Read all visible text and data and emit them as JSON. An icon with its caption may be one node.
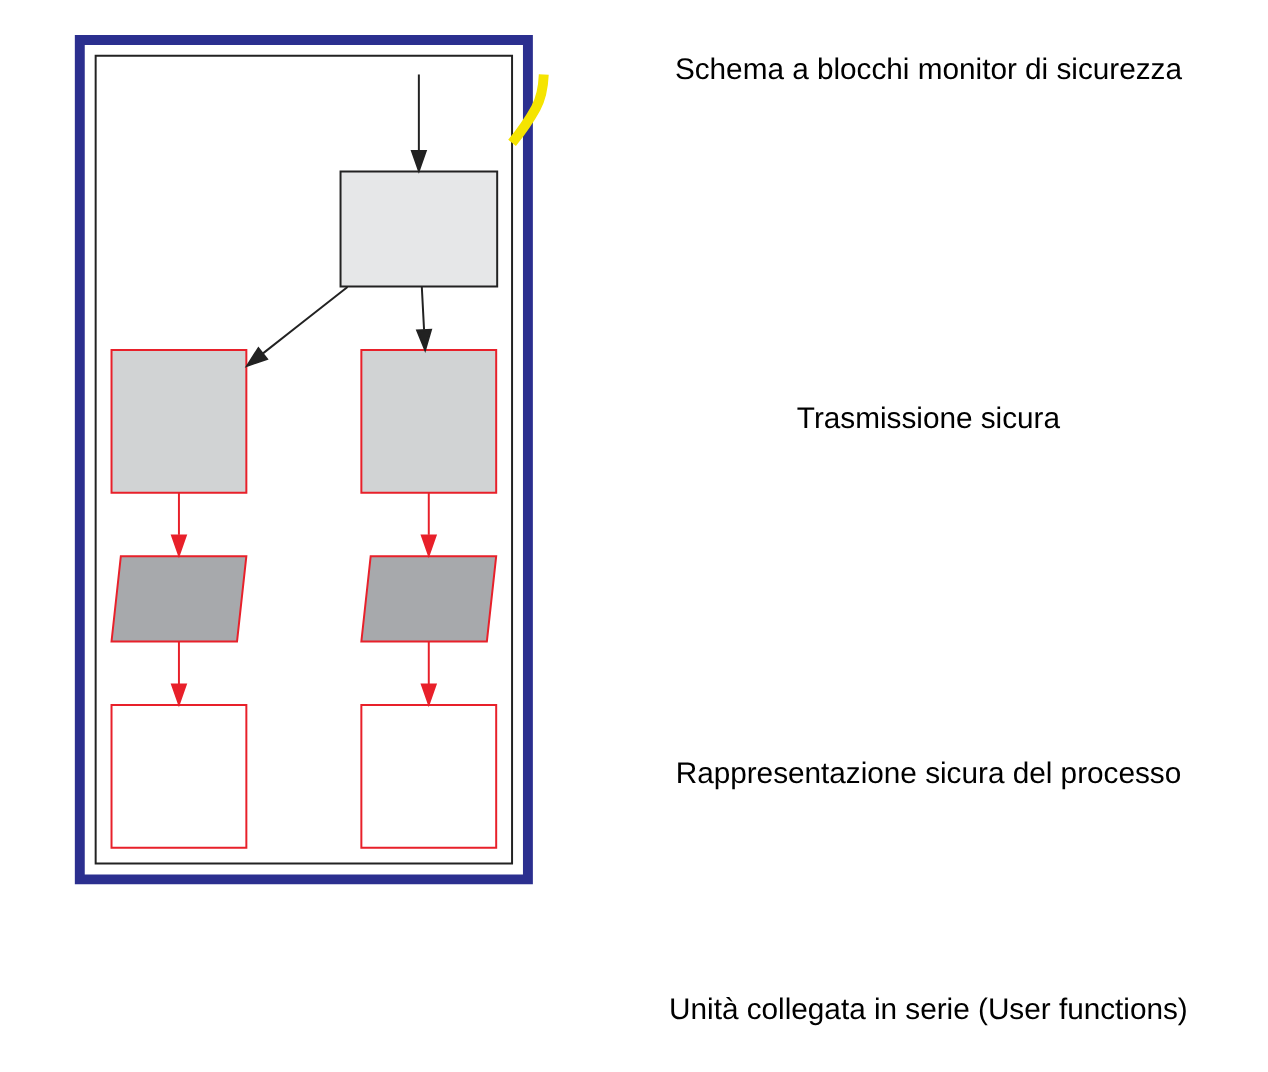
{
  "diagram": {
    "nodes": [
      {
        "text": [],
        "shape": "box"
      },
      {
        "text": [],
        "shape": "box",
        "in": 0
      },
      {
        "text": [],
        "shape": "box",
        "in": 1
      },
      {
        "text": [],
        "shape": "box",
        "in": 1
      },
      {
        "text": [],
        "shape": "box",
        "in": 1
      },
      {
        "text": [],
        "shape": "parallelogram",
        "in": 1
      },
      {
        "text": [],
        "shape": "parallelogram",
        "in": 1
      },
      {
        "text": [],
        "shape": "box",
        "in": 1
      },
      {
        "text": [],
        "shape": "box",
        "in": 1
      }
    ],
    "edges": [
      {
        "from": null,
        "to": 1,
        "arrow": "none",
        "style": "thick",
        "color": "#f5e400"
      },
      {
        "from": null,
        "to": 2,
        "arrow": "to",
        "color": "#222222"
      },
      {
        "from": 2,
        "to": 3,
        "arrow": "to",
        "color": "#222222"
      },
      {
        "from": 2,
        "to": 4,
        "arrow": "to",
        "color": "#222222"
      },
      {
        "from": 3,
        "to": 5,
        "arrow": "to",
        "color": "#e8202a"
      },
      {
        "from": 4,
        "to": 6,
        "arrow": "to",
        "color": "#e8202a"
      },
      {
        "from": 5,
        "to": 7,
        "arrow": "to",
        "color": "#e8202a"
      },
      {
        "from": 6,
        "to": 8,
        "arrow": "to",
        "color": "#e8202a"
      }
    ],
    "labels": [
      "Schema a blocchi monitor di sicurezza",
      "Trasmissione sicura",
      "Rappresentazione sicura del processo",
      "Unità collegata in serie (User functions)"
    ]
  }
}
